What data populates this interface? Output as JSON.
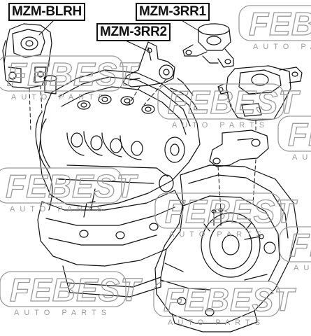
{
  "labels": {
    "blrh": "MZM-BLRH",
    "rr1": "MZM-3RR1",
    "rr2": "MZM-3RR2"
  },
  "watermark": {
    "brand": "FEBEST",
    "subtitle": "AUTO PARTS",
    "color": "#9c9c9c"
  },
  "colors": {
    "line": "#111111",
    "background": "#ffffff"
  }
}
